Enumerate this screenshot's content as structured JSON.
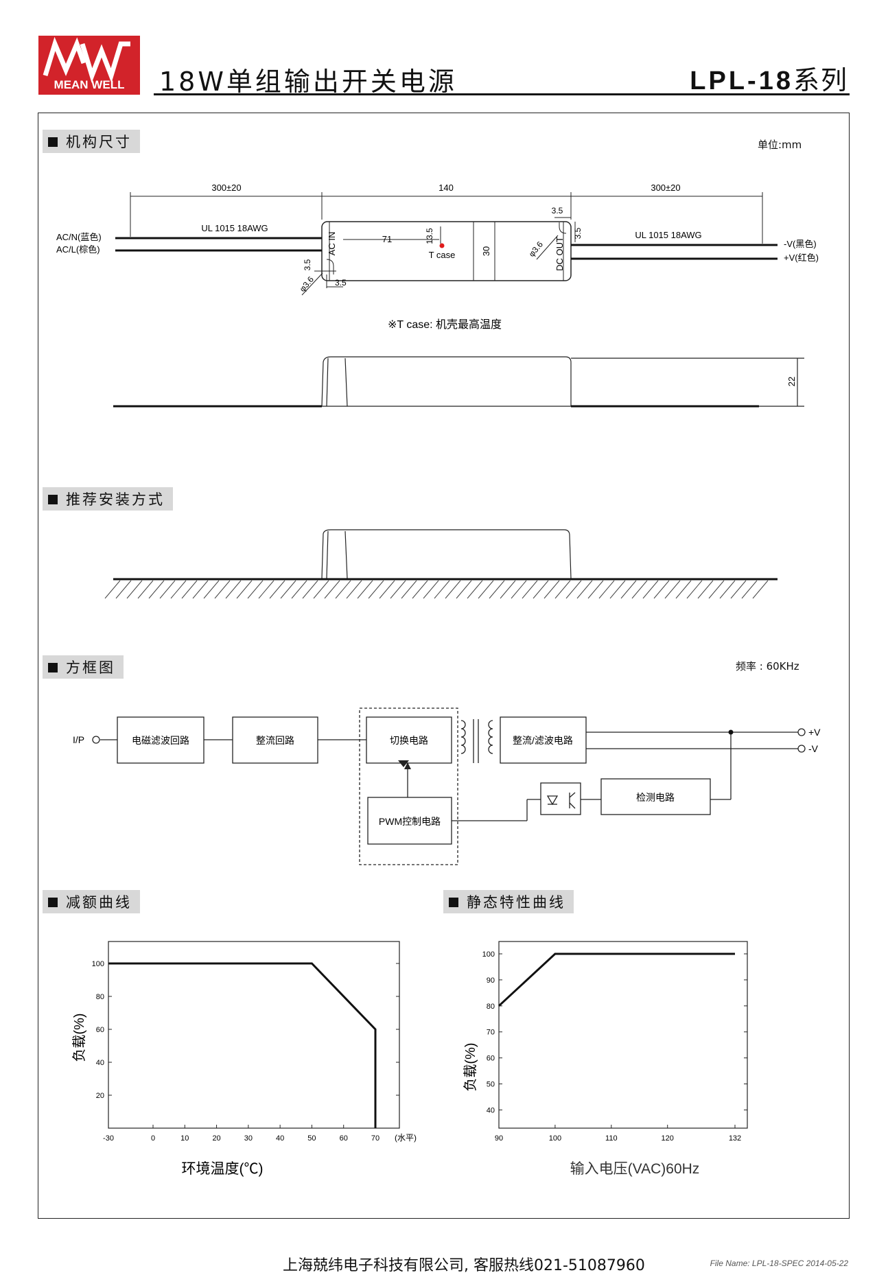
{
  "header": {
    "logo_text": "MEAN WELL",
    "logo_mark": "MW",
    "title": "18W单组输出开关电源",
    "series_model": "LPL-18",
    "series_suffix": "系列",
    "brand_color": "#d2232a"
  },
  "mechanical": {
    "section_title": "机构尺寸",
    "unit": "单位:mm",
    "dim_left_cable": "300±20",
    "dim_body_length": "140",
    "dim_right_cable": "300±20",
    "dim_t_pos": "71",
    "dim_t_height": "13.5",
    "dim_width": "30",
    "dim_hole_offset": "3.5",
    "dim_hole_dia": "φ3.6",
    "dim_height": "22",
    "cable_left": "UL 1015 18AWG",
    "cable_right": "UL 1015 18AWG",
    "ac_n": "AC/N(蓝色)",
    "ac_l": "AC/L(棕色)",
    "v_minus": "-V(黑色)",
    "v_plus": "+V(红色)",
    "ac_in": "AC IN",
    "dc_out": "DC OUT",
    "tcase_label": "T case",
    "tcase_note": "※T case: 机壳最高温度"
  },
  "mounting": {
    "section_title": "推荐安装方式"
  },
  "block_diagram": {
    "section_title": "方框图",
    "frequency": "频率 : 60KHz",
    "input_label": "I/P",
    "emi_filter": "电磁滤波回路",
    "rectifier": "整流回路",
    "switching": "切换电路",
    "rect_filter": "整流/滤波电路",
    "pwm_control": "PWM控制电路",
    "detection": "检测电路",
    "out_plus": "+V",
    "out_minus": "-V"
  },
  "derating": {
    "section_title": "减额曲线",
    "xlabel": "环境温度(℃)",
    "ylabel": "负载(%)",
    "x_note": "(水平)"
  },
  "static": {
    "section_title": "静态特性曲线",
    "xlabel": "输入电压(VAC)60Hz",
    "ylabel": "负载(%)"
  },
  "chart_data": [
    {
      "type": "line",
      "title": "减额曲线",
      "xlabel": "环境温度(℃)",
      "ylabel": "负载(%)",
      "x_ticks": [
        "-30",
        "0",
        "10",
        "20",
        "30",
        "40",
        "50",
        "60",
        "70"
      ],
      "y_ticks": [
        "20",
        "40",
        "60",
        "80",
        "100"
      ],
      "series": [
        {
          "x": [
            -30,
            50,
            70,
            70
          ],
          "y": [
            100,
            100,
            60,
            0
          ]
        }
      ]
    },
    {
      "type": "line",
      "title": "静态特性曲线",
      "xlabel": "输入电压(VAC)60Hz",
      "ylabel": "负载(%)",
      "x_ticks": [
        "90",
        "100",
        "110",
        "120",
        "132"
      ],
      "y_ticks": [
        "40",
        "50",
        "60",
        "70",
        "80",
        "90",
        "100"
      ],
      "series": [
        {
          "x": [
            90,
            100,
            132
          ],
          "y": [
            80,
            100,
            100
          ]
        }
      ]
    }
  ],
  "footer": {
    "company": "上海兢纬电子科技有限公司, 客服热线021-51087960",
    "file_info": "File Name: LPL-18-SPEC  2014-05-22"
  }
}
